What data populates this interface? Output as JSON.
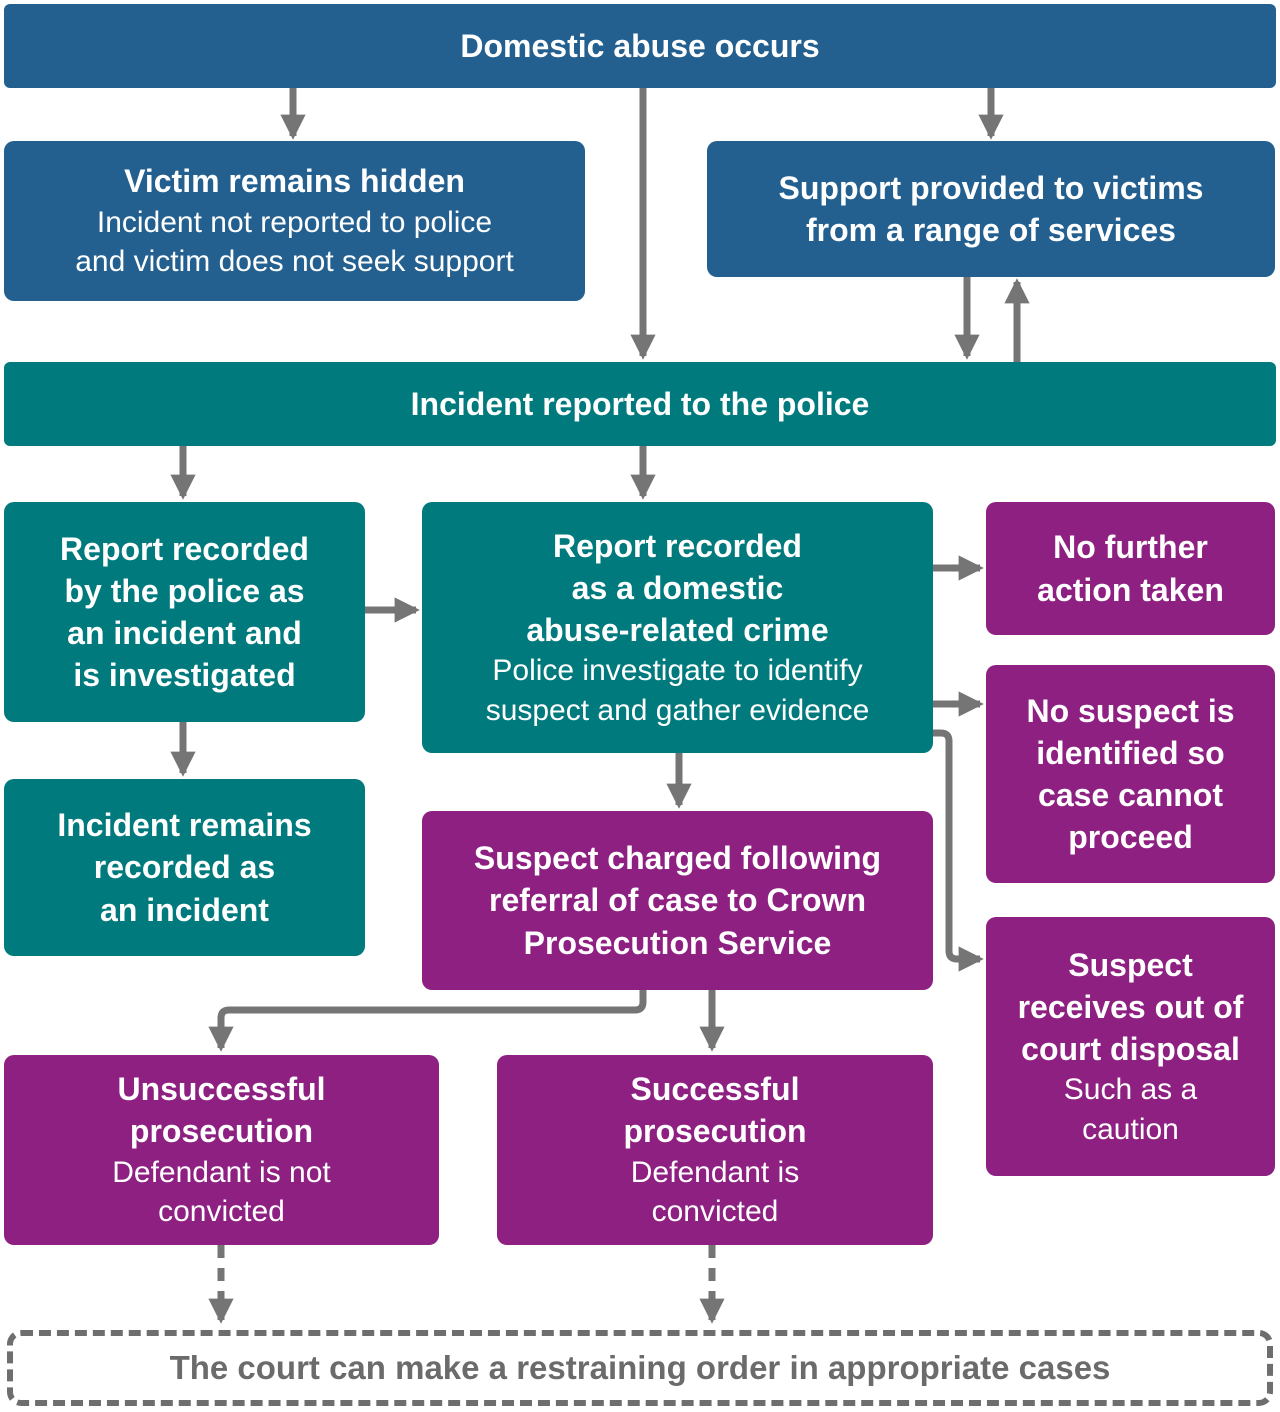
{
  "palette": {
    "blue": "#236090",
    "teal": "#007A7D",
    "purple": "#8E2082",
    "arrow_gray": "#757575",
    "dashed_border_gray": "#6E6E6E",
    "court_text_gray": "#6B6B6B",
    "box_text": "#FFFFFF",
    "background": "#FFFFFF"
  },
  "boxes": {
    "domestic_abuse": {
      "title": "Domestic abuse occurs"
    },
    "victim_hidden": {
      "title": "Victim remains hidden",
      "body_lines": [
        "Incident not reported to police",
        "and victim does not seek support"
      ]
    },
    "support_services": {
      "title_lines": [
        "Support provided to victims",
        "from a range of services"
      ]
    },
    "incident_reported": {
      "title": "Incident reported to the police"
    },
    "report_incident": {
      "title_lines": [
        "Report recorded",
        "by the police as",
        "an incident and",
        "is investigated"
      ]
    },
    "report_crime": {
      "title_lines": [
        "Report recorded",
        "as a domestic",
        "abuse-related crime"
      ],
      "body_lines": [
        "Police investigate to identify",
        "suspect and gather evidence"
      ]
    },
    "no_further_action": {
      "title_lines": [
        "No further",
        "action taken"
      ]
    },
    "no_suspect": {
      "title_lines": [
        "No suspect is",
        "identified so",
        "case cannot",
        "proceed"
      ]
    },
    "incident_remains": {
      "title_lines": [
        "Incident remains",
        "recorded as",
        "an incident"
      ]
    },
    "suspect_charged": {
      "title_lines": [
        "Suspect charged following",
        "referral of case to Crown",
        "Prosecution Service"
      ]
    },
    "out_of_court": {
      "title_lines": [
        "Suspect",
        "receives out of",
        "court disposal"
      ],
      "body_lines": [
        "Such as a",
        "caution"
      ]
    },
    "unsuccessful": {
      "title_lines": [
        "Unsuccessful",
        "prosecution"
      ],
      "body_lines": [
        "Defendant is not",
        "convicted"
      ]
    },
    "successful": {
      "title_lines": [
        "Successful",
        "prosecution"
      ],
      "body_lines": [
        "Defendant is",
        "convicted"
      ]
    },
    "court": {
      "title": "The court can make a restraining order in appropriate cases"
    }
  }
}
